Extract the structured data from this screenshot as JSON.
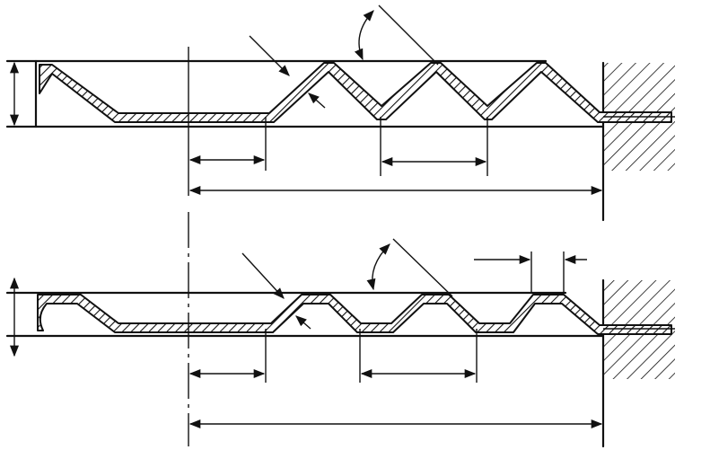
{
  "figure": {
    "panels": [
      {
        "id": "top",
        "profile": "triangular-corrugated-sheet"
      },
      {
        "id": "bottom",
        "profile": "trapezoidal-corrugated-sheet"
      }
    ],
    "colors": {
      "ink": "#111111",
      "background": "#ffffff"
    }
  }
}
